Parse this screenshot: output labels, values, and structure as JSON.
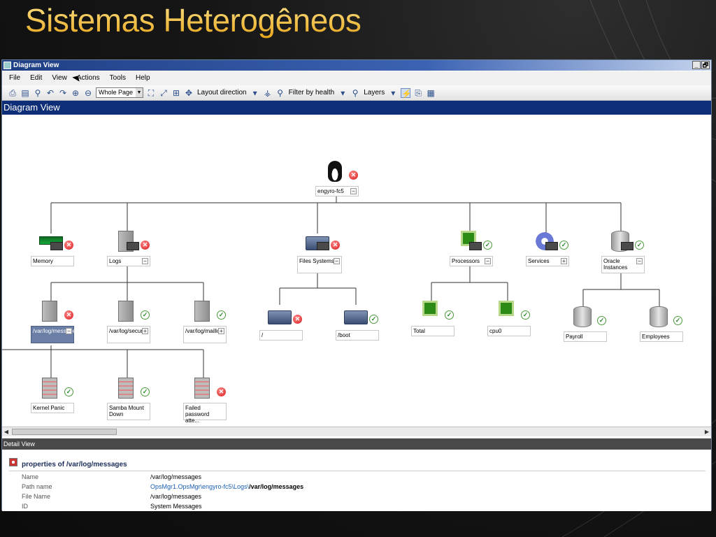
{
  "slide_title": "Sistemas Heterogêneos",
  "window": {
    "title": "Diagram View",
    "controls": [
      "_",
      "🗗"
    ]
  },
  "menu": [
    "File",
    "Edit",
    "View",
    "Actions",
    "Tools",
    "Help"
  ],
  "toolbar": {
    "zoom_select": "Whole Page",
    "layout_direction": "Layout direction",
    "filter_by_health": "Filter by health",
    "layers": "Layers"
  },
  "diagram_header": "Diagram View",
  "nodes": {
    "root": {
      "label": "engyro-fc5",
      "status": "error",
      "toggle": "−"
    },
    "memory": {
      "label": "Memory",
      "status": "error"
    },
    "logs": {
      "label": "Logs",
      "status": "error",
      "toggle": "−"
    },
    "files": {
      "label": "Files Systems",
      "status": "error",
      "toggle": "−"
    },
    "processors": {
      "label": "Processors",
      "status": "ok",
      "toggle": "−"
    },
    "services": {
      "label": "Services",
      "status": "ok",
      "toggle": "+"
    },
    "oracle": {
      "label": "Oracle Instances",
      "status": "ok",
      "toggle": "−"
    },
    "log_messages": {
      "label": "/var/log/messages",
      "status": "error",
      "toggle": "−"
    },
    "log_secure": {
      "label": "/var/log/secure",
      "status": "ok",
      "toggle": "+"
    },
    "log_maillog": {
      "label": "/var/log/maillog",
      "status": "ok",
      "toggle": "+"
    },
    "fs_root": {
      "label": "/",
      "status": "error"
    },
    "fs_boot": {
      "label": "/boot",
      "status": "ok"
    },
    "proc_total": {
      "label": "Total",
      "status": "ok"
    },
    "proc_cpu0": {
      "label": "cpu0",
      "status": "ok"
    },
    "db_payroll": {
      "label": "Payroll",
      "status": "ok"
    },
    "db_employees": {
      "label": "Employees",
      "status": "ok"
    },
    "kernel_panic": {
      "label": "Kernel Panic",
      "status": "ok"
    },
    "samba": {
      "label": "Samba Mount Down",
      "status": "ok"
    },
    "failed_pw": {
      "label": "Failed password atte...",
      "status": "error"
    }
  },
  "detail": {
    "header": "Detail View",
    "title": "properties of /var/log/messages",
    "rows": [
      {
        "key": "Name",
        "value": "/var/log/messages"
      },
      {
        "key": "Path name",
        "value_link": "OpsMgr1.OpsMgr\\engyro-fc5\\Logs\\",
        "value_bold": "/var/log/messages"
      },
      {
        "key": "File Name",
        "value": "/var/log/messages"
      },
      {
        "key": "ID",
        "value": "System Messages"
      }
    ]
  }
}
